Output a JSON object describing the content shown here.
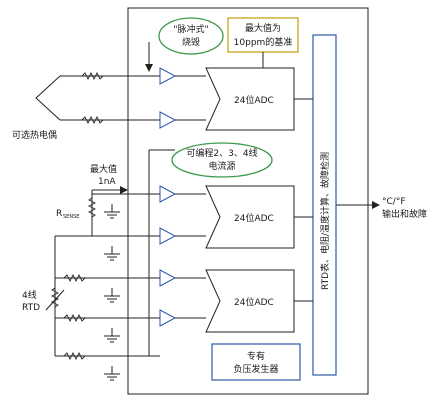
{
  "colors": {
    "ellipse_border": "#3a9a4a",
    "highlight_border": "#c9a21a",
    "accent_blue": "#2a5aa8",
    "line": "#222222"
  },
  "callouts": {
    "pulse_line1": "\"脉冲式\"",
    "pulse_line2": "烧毁",
    "baseline_line1": "最大值为",
    "baseline_line2": "10ppm的基准",
    "program_line1": "可编程2、3、4线",
    "program_line2": "电流源"
  },
  "adc": {
    "top": "24位ADC",
    "middle": "24位ADC",
    "bottom": "24位ADC"
  },
  "processor": {
    "text": "RTD表、电阻/温度计算、故障检测"
  },
  "negative_supply": {
    "line1": "专有",
    "line2": "负压发生器"
  },
  "labels": {
    "thermocouple": "可选热电偶",
    "max_current_line1": "最大值",
    "max_current_line2": "1nA",
    "rsense_main": "R",
    "rsense_sub": "SENSE",
    "rtd_line1": "4线",
    "rtd_line2": "RTD",
    "output_line1": "°C/°F",
    "output_line2": "输出和故障"
  }
}
